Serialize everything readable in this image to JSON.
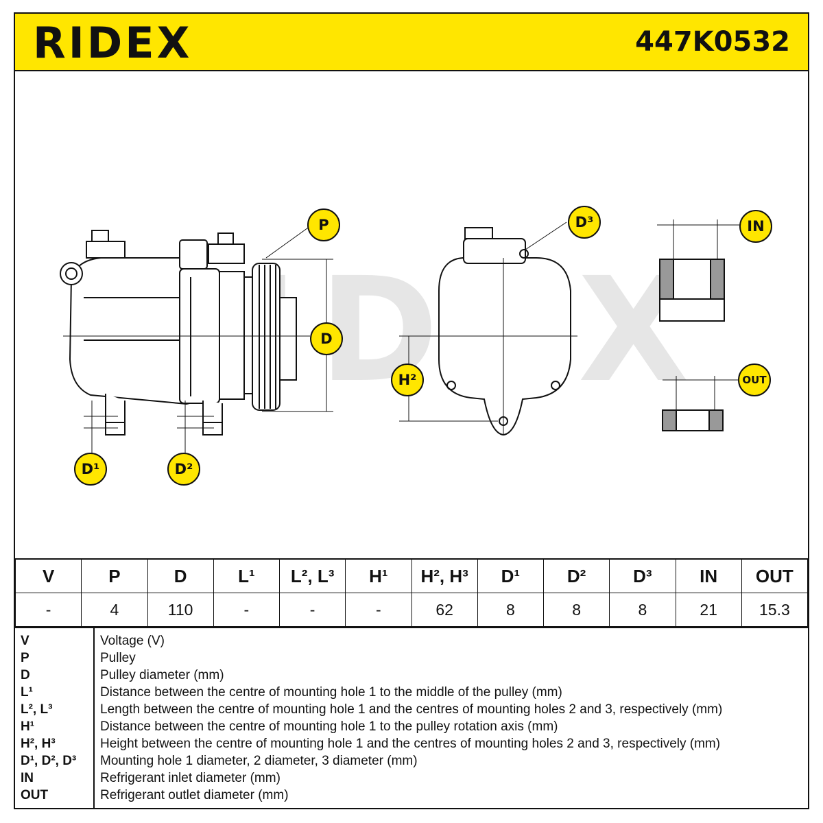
{
  "header": {
    "brand": "RIDEX",
    "part_number": "447K0532",
    "accent_color": "#ffe600"
  },
  "drawing": {
    "watermark": "RIDEX",
    "callouts": {
      "p": "P",
      "d": "D",
      "d1": "D¹",
      "d2": "D²",
      "d3": "D³",
      "h2": "H²",
      "in": "IN",
      "out": "OUT"
    }
  },
  "specs": {
    "headers": [
      "V",
      "P",
      "D",
      "L¹",
      "L², L³",
      "H¹",
      "H², H³",
      "D¹",
      "D²",
      "D³",
      "IN",
      "OUT"
    ],
    "values": [
      "-",
      "4",
      "110",
      "-",
      "-",
      "-",
      "62",
      "8",
      "8",
      "8",
      "21",
      "15.3"
    ]
  },
  "legend": [
    {
      "key": "V",
      "desc": "Voltage (V)"
    },
    {
      "key": "P",
      "desc": "Pulley"
    },
    {
      "key": "D",
      "desc": "Pulley diameter (mm)"
    },
    {
      "key": "L¹",
      "desc": "Distance between the centre of mounting hole 1 to the middle of the pulley (mm)"
    },
    {
      "key": "L², L³",
      "desc": "Length between the centre of mounting hole 1 and the centres of mounting holes 2 and 3, respectively (mm)"
    },
    {
      "key": "H¹",
      "desc": "Distance between the centre of mounting hole 1 to the pulley rotation axis (mm)"
    },
    {
      "key": "H², H³",
      "desc": "Height between the centre of mounting hole 1 and the centres of mounting holes 2 and 3, respectively (mm)"
    },
    {
      "key": "D¹, D², D³",
      "desc": "Mounting hole 1 diameter, 2 diameter, 3 diameter (mm)"
    },
    {
      "key": "IN",
      "desc": "Refrigerant inlet diameter (mm)"
    },
    {
      "key": "OUT",
      "desc": "Refrigerant outlet diameter (mm)"
    }
  ]
}
